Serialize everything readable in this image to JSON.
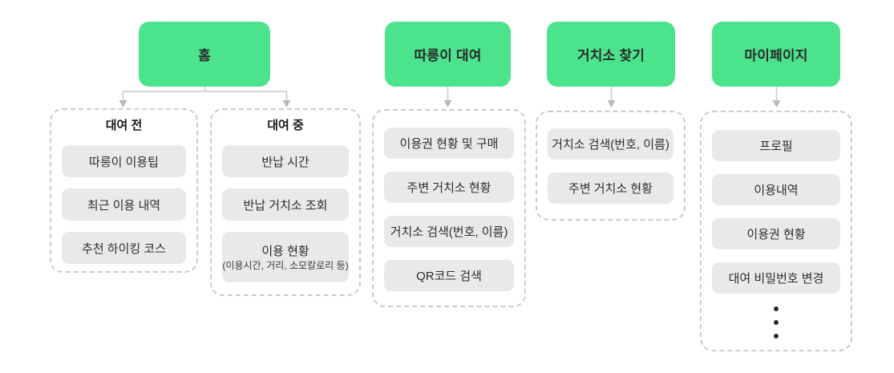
{
  "nav_nodes": {
    "home": "홈",
    "bike_rental": "따릉이 대여",
    "find_station": "거치소 찾기",
    "my_page": "마이페이지"
  },
  "home_children": {
    "before_rental": {
      "title": "대여 전",
      "items": [
        "따릉이 이용팁",
        "최근 이용 내역",
        "추천 하이킹 코스"
      ]
    },
    "during_rental": {
      "title": "대여 중",
      "items": [
        "반납 시간",
        "반납 거치소 조회"
      ],
      "usage_item": {
        "label": "이용 현황",
        "detail": "(이용시간, 거리, 소모칼로리 등)"
      }
    }
  },
  "bike_rental_children": {
    "items": [
      "이용권 현황 및 구매",
      "주변 거치소 현황",
      "거치소 검색(번호, 이름)",
      "QR코드 검색"
    ]
  },
  "find_station_children": {
    "items": [
      "거치소 검색(번호, 이름)",
      "주변 거치소 현황"
    ]
  },
  "my_page_children": {
    "items": [
      "프로필",
      "이용내역",
      "이용권 현황",
      "대여 비밀번호 변경"
    ],
    "ellipsis_icon": "vertical-three-dots"
  },
  "colors": {
    "node_green": "#4BE38C",
    "item_gray": "#E9E9E9",
    "connector_gray": "#C9C9C9",
    "arrowhead_gray": "#B9B9B9",
    "dashed_border_gray": "#CBCBCB",
    "text_dark": "#2B2B2B"
  }
}
